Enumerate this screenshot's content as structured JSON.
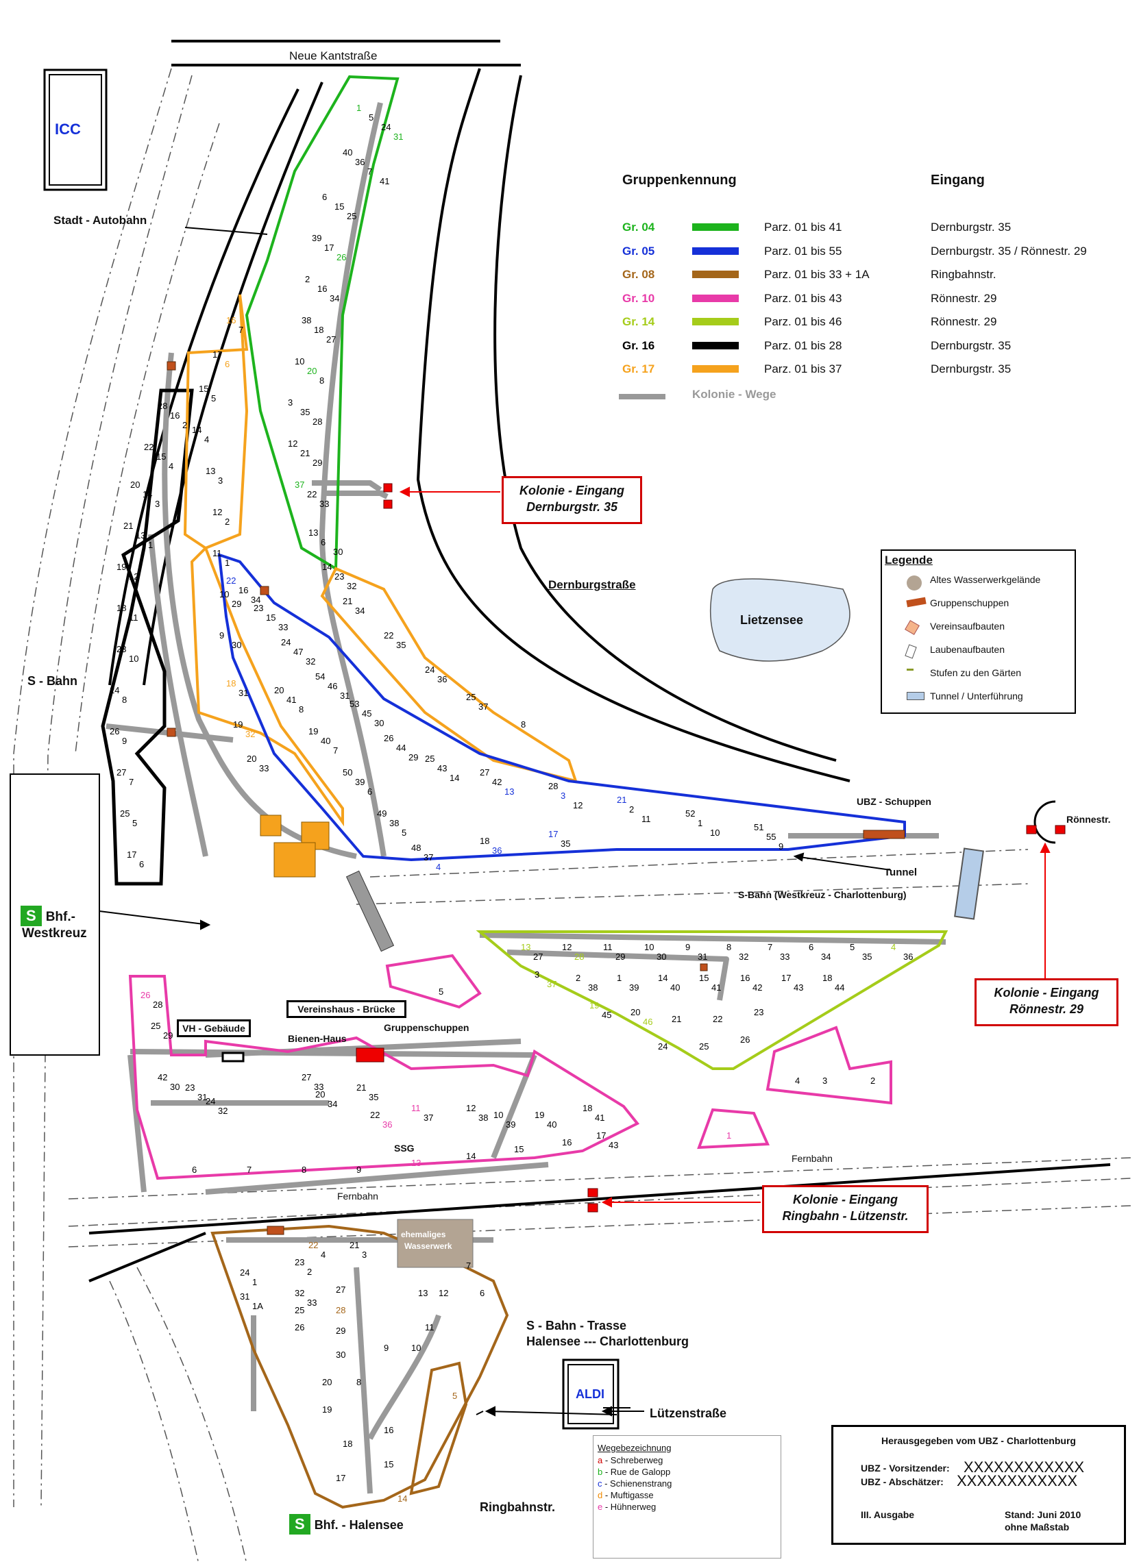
{
  "streets": {
    "neue_kantstrasse": "Neue Kantstraße",
    "stadt_autobahn": "Stadt - Autobahn",
    "dernburgstrasse": "Dernburgstraße",
    "lietzensee": "Lietzensee",
    "s_bahn": "S - Bahn",
    "s_bahn_westkreuz": "S-Bahn (Westkreuz - Charlottenburg)",
    "tunnel": "Tunnel",
    "roennestr": "Rönnestr.",
    "fernbahn_1": "Fernbahn",
    "fernbahn_2": "Fernbahn",
    "s_bahn_trasse_1": "S - Bahn - Trasse",
    "s_bahn_trasse_2": "Halensee --- Charlottenburg",
    "luetzenstrasse": "Lützenstraße",
    "ringbahnstr": "Ringbahnstr."
  },
  "places": {
    "icc": "ICC",
    "aldi": "ALDI",
    "bhf_westkreuz_1": "Bhf.-",
    "bhf_westkreuz_2": "Westkreuz",
    "bhf_halensee": "Bhf. - Halensee",
    "s_letter": "S",
    "ubz_schuppen": "UBZ - Schuppen",
    "vh_gebaeude": "VH - Gebäude",
    "vereinshaus_bruecke": "Vereinshaus - Brücke",
    "bienen_haus": "Bienen-Haus",
    "gruppenschuppen": "Gruppenschuppen",
    "ssg": "SSG",
    "wasserwerk_1": "ehemaliges",
    "wasserwerk_2": "Wasserwerk"
  },
  "entrances": {
    "dernburg_1": "Kolonie - Eingang",
    "dernburg_2": "Dernburgstr. 35",
    "roenne_1": "Kolonie - Eingang",
    "roenne_2": "Rönnestr. 29",
    "ringbahn_1": "Kolonie - Eingang",
    "ringbahn_2": "Ringbahn - Lützenstr."
  },
  "groups": {
    "title": "Gruppenkennung",
    "entrance_title": "Eingang",
    "rows": [
      {
        "id": "Gr. 04",
        "color": "#1db31d",
        "range": "Parz. 01 bis 41",
        "entrance": "Dernburgstr. 35"
      },
      {
        "id": "Gr. 05",
        "color": "#1530d8",
        "range": "Parz. 01 bis 55",
        "entrance": "Dernburgstr. 35 / Rönnestr. 29"
      },
      {
        "id": "Gr. 08",
        "color": "#a4661a",
        "range": "Parz. 01 bis 33 + 1A",
        "entrance": "Ringbahnstr."
      },
      {
        "id": "Gr. 10",
        "color": "#e83aa8",
        "range": "Parz. 01 bis 43",
        "entrance": "Rönnestr. 29"
      },
      {
        "id": "Gr. 14",
        "color": "#a5cc1a",
        "range": "Parz. 01 bis 46",
        "entrance": "Rönnestr. 29"
      },
      {
        "id": "Gr. 16",
        "color": "#000000",
        "range": "Parz. 01 bis 28",
        "entrance": "Dernburgstr. 35"
      },
      {
        "id": "Gr. 17",
        "color": "#f5a21d",
        "range": "Parz. 01 bis 37",
        "entrance": "Dernburgstr. 35"
      }
    ],
    "paths_label": "Kolonie - Wege",
    "paths_color": "#999999"
  },
  "legend": {
    "title": "Legende",
    "items": [
      {
        "label": "Altes Wasserwerkgelände",
        "icon": "stone-texture-icon"
      },
      {
        "label": "Gruppenschuppen",
        "icon": "brown-shed-icon"
      },
      {
        "label": "Vereinsaufbauten",
        "icon": "orange-building-icon"
      },
      {
        "label": "Laubenaufbauten",
        "icon": "garden-hut-icon"
      },
      {
        "label": "Stufen zu den Gärten",
        "icon": "steps-icon"
      },
      {
        "label": "Tunnel / Unterführung",
        "icon": "tunnel-icon"
      }
    ]
  },
  "paths_legend": {
    "title": "Wegebezeichnung",
    "items": [
      {
        "key": "a",
        "name": "Schreberweg",
        "color": "#d10000"
      },
      {
        "key": "b",
        "name": "Rue de Galopp",
        "color": "#1db31d"
      },
      {
        "key": "c",
        "name": "Schienenstrang",
        "color": "#1530d8"
      },
      {
        "key": "d",
        "name": "Muftigasse",
        "color": "#f08a00"
      },
      {
        "key": "e",
        "name": "Hühnerweg",
        "color": "#e83aa8"
      }
    ]
  },
  "publisher": {
    "title": "Herausgegeben vom UBZ - Charlottenburg",
    "chair_label": "UBZ - Vorsitzender:",
    "chair_value": "XXXXXXXXXXXX",
    "appraiser_label": "UBZ - Abschätzer:",
    "appraiser_value": "XXXXXXXXXXXX",
    "edition": "III. Ausgabe",
    "date": "Stand: Juni 2010",
    "scale": "ohne Maßstab"
  },
  "parcel_labels": {
    "gr04": [
      "1",
      "40",
      "6",
      "39",
      "2",
      "38",
      "10",
      "3",
      "12",
      "37",
      "13",
      "14",
      "5",
      "36",
      "15",
      "17",
      "16",
      "18",
      "20",
      "35",
      "21",
      "22",
      "6",
      "23",
      "24",
      "7",
      "25",
      "26",
      "34",
      "27",
      "8",
      "28",
      "29",
      "33",
      "30",
      "32",
      "31",
      "41"
    ],
    "gr16": [
      "28",
      "22",
      "20",
      "21",
      "19",
      "18",
      "23",
      "24",
      "26",
      "27",
      "25",
      "17",
      "16",
      "15",
      "14",
      "13",
      "12",
      "11",
      "10",
      "8",
      "9",
      "7",
      "5",
      "6",
      "2",
      "4",
      "3",
      "1"
    ],
    "gr17": [
      "16",
      "17",
      "15",
      "14",
      "13",
      "12",
      "11",
      "10",
      "9",
      "18",
      "19",
      "20",
      "21",
      "22",
      "24",
      "25",
      "8",
      "7",
      "6",
      "5",
      "4",
      "3",
      "2",
      "1",
      "29",
      "30",
      "31",
      "32",
      "33",
      "34",
      "35",
      "36",
      "37"
    ],
    "gr05": [
      "22",
      "23",
      "24",
      "54",
      "53",
      "26",
      "25",
      "27",
      "28",
      "21",
      "52",
      "51",
      "20",
      "19",
      "50",
      "49",
      "48",
      "18",
      "17",
      "16",
      "15",
      "47",
      "46",
      "45",
      "44",
      "43",
      "42",
      "3",
      "2",
      "1",
      "55",
      "41",
      "40",
      "39",
      "38",
      "37",
      "36",
      "35",
      "34",
      "33",
      "32",
      "31",
      "30",
      "29",
      "14",
      "13",
      "12",
      "11",
      "10",
      "9",
      "8",
      "7",
      "6",
      "5",
      "4"
    ],
    "gr14": [
      "13",
      "12",
      "11",
      "10",
      "9",
      "8",
      "7",
      "6",
      "5",
      "4",
      "3",
      "2",
      "1",
      "14",
      "15",
      "16",
      "17",
      "18",
      "19",
      "20",
      "21",
      "22",
      "23",
      "24",
      "25",
      "26",
      "27",
      "28",
      "29",
      "30",
      "31",
      "32",
      "33",
      "34",
      "35",
      "36",
      "37",
      "38",
      "39",
      "40",
      "41",
      "42",
      "43",
      "44",
      "45",
      "46"
    ],
    "gr10": [
      "26",
      "25",
      "42",
      "23",
      "24",
      "27",
      "20",
      "21",
      "22",
      "11",
      "12",
      "10",
      "19",
      "18",
      "17",
      "16",
      "15",
      "14",
      "13",
      "9",
      "8",
      "7",
      "6",
      "5",
      "4",
      "3",
      "2",
      "1",
      "28",
      "29",
      "30",
      "31",
      "32",
      "33",
      "34",
      "35",
      "36",
      "37",
      "38",
      "39",
      "40",
      "41",
      "43"
    ],
    "gr08": [
      "22",
      "21",
      "23",
      "24",
      "31",
      "32",
      "25",
      "26",
      "27",
      "28",
      "29",
      "30",
      "20",
      "19",
      "18",
      "17",
      "16",
      "15",
      "14",
      "13",
      "12",
      "11",
      "10",
      "9",
      "8",
      "7",
      "6",
      "5",
      "4",
      "3",
      "2",
      "1",
      "1A",
      "33"
    ]
  }
}
